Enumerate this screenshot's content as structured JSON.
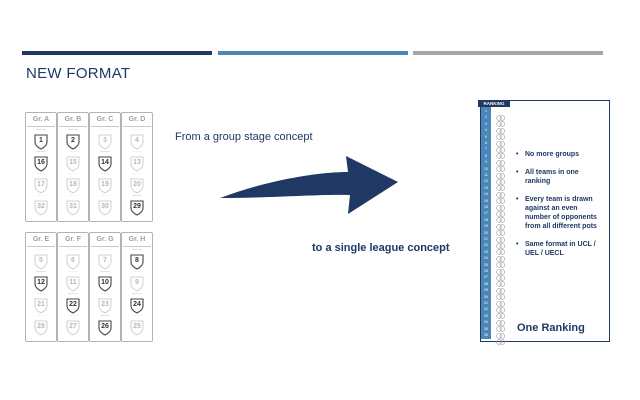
{
  "title": "NEW FORMAT",
  "colors": {
    "navy": "#1f3864",
    "blue": "#4a86b8",
    "grey": "#a6a6a6"
  },
  "groups": [
    {
      "name": "Gr. A",
      "teams": [
        {
          "n": "1",
          "state": "dark"
        },
        {
          "n": "16",
          "state": "dark"
        },
        {
          "n": "17",
          "state": "light"
        },
        {
          "n": "32",
          "state": "light"
        }
      ]
    },
    {
      "name": "Gr. B",
      "teams": [
        {
          "n": "2",
          "state": "dark"
        },
        {
          "n": "15",
          "state": "light"
        },
        {
          "n": "18",
          "state": "light"
        },
        {
          "n": "31",
          "state": "light"
        }
      ]
    },
    {
      "name": "Gr. C",
      "teams": [
        {
          "n": "3",
          "state": "light"
        },
        {
          "n": "14",
          "state": "dark"
        },
        {
          "n": "19",
          "state": "light"
        },
        {
          "n": "30",
          "state": "light"
        }
      ]
    },
    {
      "name": "Gr. D",
      "teams": [
        {
          "n": "4",
          "state": "light"
        },
        {
          "n": "13",
          "state": "light"
        },
        {
          "n": "20",
          "state": "light"
        },
        {
          "n": "29",
          "state": "dark"
        }
      ]
    },
    {
      "name": "Gr. E",
      "teams": [
        {
          "n": "5",
          "state": "light"
        },
        {
          "n": "12",
          "state": "dark"
        },
        {
          "n": "21",
          "state": "light"
        },
        {
          "n": "28",
          "state": "light"
        }
      ]
    },
    {
      "name": "Gr. F",
      "teams": [
        {
          "n": "6",
          "state": "light"
        },
        {
          "n": "11",
          "state": "light"
        },
        {
          "n": "22",
          "state": "dark"
        },
        {
          "n": "27",
          "state": "light"
        }
      ]
    },
    {
      "name": "Gr. G",
      "teams": [
        {
          "n": "7",
          "state": "light"
        },
        {
          "n": "10",
          "state": "dark"
        },
        {
          "n": "23",
          "state": "light"
        },
        {
          "n": "26",
          "state": "dark"
        }
      ]
    },
    {
      "name": "Gr. H",
      "teams": [
        {
          "n": "8",
          "state": "dark"
        },
        {
          "n": "9",
          "state": "light"
        },
        {
          "n": "24",
          "state": "dark"
        },
        {
          "n": "25",
          "state": "light"
        }
      ]
    }
  ],
  "caption_from": "From a group stage concept",
  "caption_to": "to a single league concept",
  "ranking": {
    "header": "RANKING",
    "positions": [
      "1",
      "2",
      "3",
      "4",
      "5",
      "6",
      "7",
      "8",
      "9",
      "10",
      "11",
      "12",
      "13",
      "14",
      "15",
      "16",
      "17",
      "18",
      "19",
      "20",
      "21",
      "22",
      "23",
      "24",
      "25",
      "26",
      "27",
      "28",
      "29",
      "30",
      "31",
      "32",
      "33",
      "34",
      "35",
      "36"
    ]
  },
  "bullets": [
    "No more groups",
    "All teams in one ranking",
    "Every team is drawn against an even number of opponents from all different pots",
    "Same format in UCL / UEL / UECL"
  ],
  "footer": "One Ranking"
}
